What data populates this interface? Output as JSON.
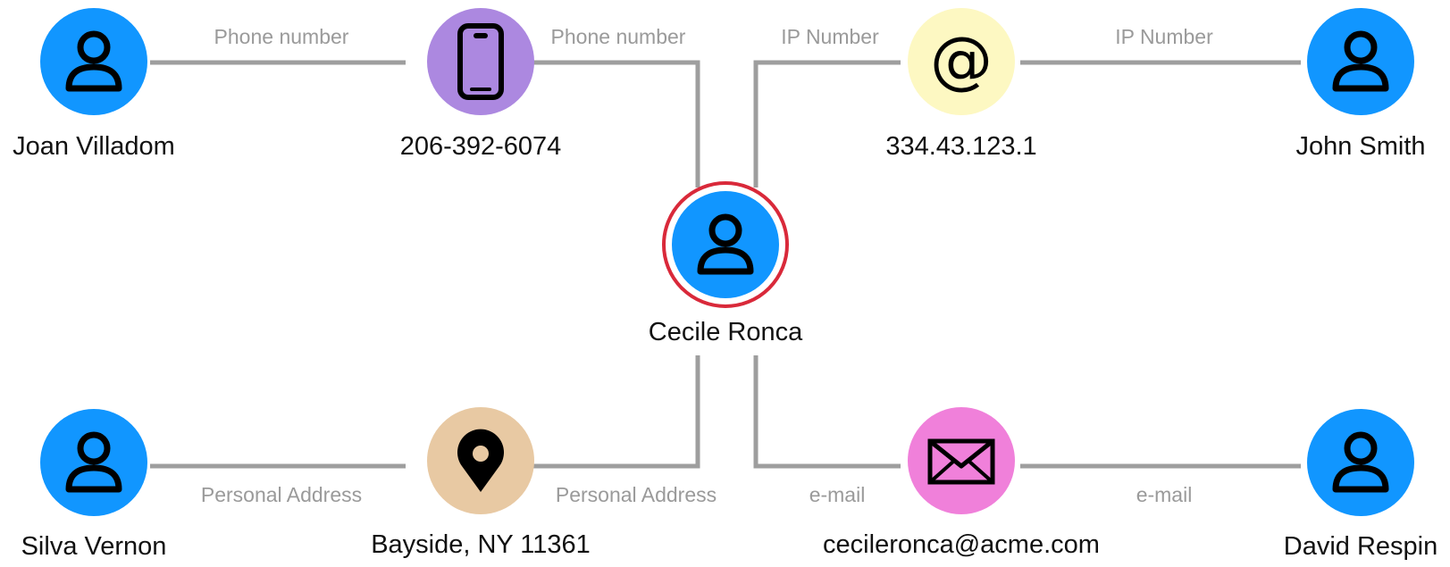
{
  "colors": {
    "person": "#1196ff",
    "phone": "#ac88e0",
    "ip": "#fdf8c2",
    "address": "#e8c9a3",
    "email": "#f080da",
    "edge": "#9e9e9e",
    "focus_ring": "#d9293a"
  },
  "nodes": {
    "joan": {
      "label": "Joan Villadom",
      "icon": "person-icon"
    },
    "phone": {
      "label": "206-392-6074",
      "icon": "smartphone-icon"
    },
    "ip": {
      "label": "334.43.123.1",
      "icon": "at-sign-icon"
    },
    "john": {
      "label": "John Smith",
      "icon": "person-icon"
    },
    "cecile": {
      "label": "Cecile Ronca",
      "icon": "person-icon"
    },
    "silva": {
      "label": "Silva Vernon",
      "icon": "person-icon"
    },
    "address": {
      "label": "Bayside, NY 11361",
      "icon": "map-pin-icon"
    },
    "email": {
      "label": "cecileronca@acme.com",
      "icon": "envelope-icon"
    },
    "david": {
      "label": "David Respin",
      "icon": "person-icon"
    }
  },
  "edges": {
    "joan_phone": "Phone number",
    "phone_cecile": "Phone number",
    "cecile_ip": "IP Number",
    "ip_john": "IP Number",
    "silva_address": "Personal Address",
    "address_cecile": "Personal Address",
    "cecile_email": "e-mail",
    "email_david": "e-mail"
  }
}
